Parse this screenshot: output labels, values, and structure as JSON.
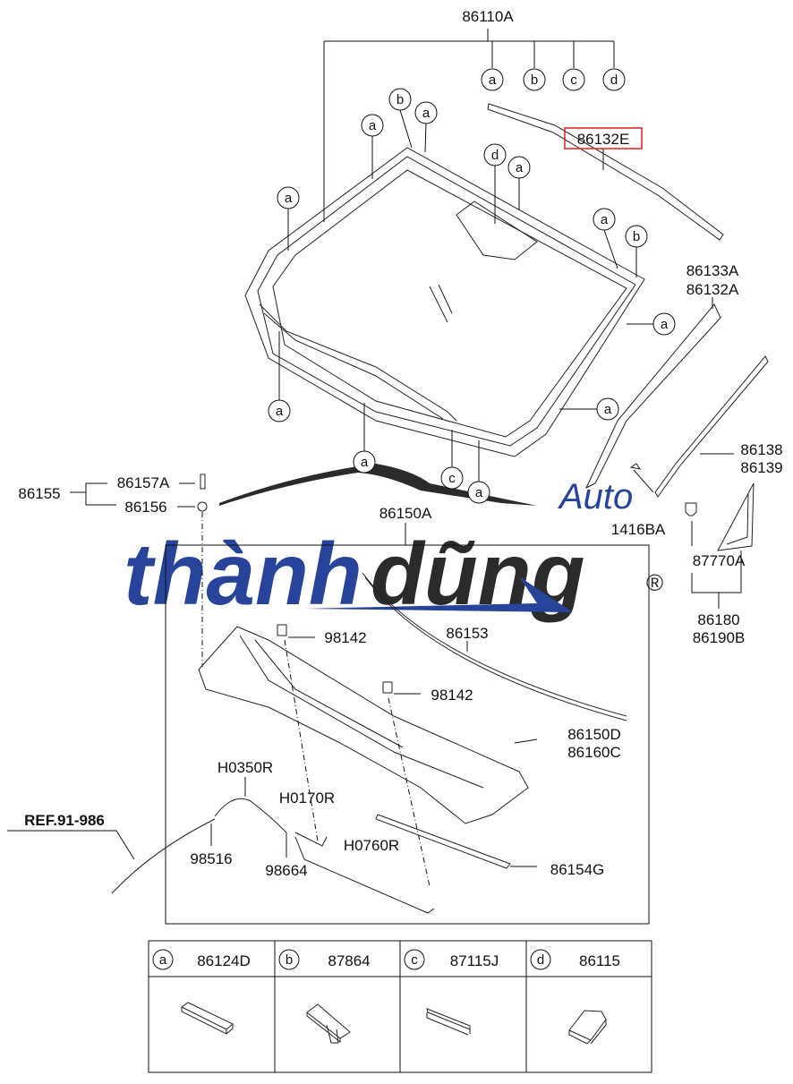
{
  "diagram": {
    "part_labels": {
      "windshield_assy": "86110A",
      "molding_top": "86132E",
      "molding_side_1": "86133A",
      "molding_side_2": "86132A",
      "pillar_1": "86138",
      "pillar_2": "86139",
      "fastener_group": "86155",
      "fastener_a": "86157A",
      "fastener_b": "86156",
      "cowl_assy": "86150A",
      "clip": "1416BA",
      "clip_b": "87770A",
      "garnish_1": "86180",
      "garnish_2": "86190B",
      "weatherstrip": "86153",
      "nozzle_1": "98142",
      "nozzle_2": "98142",
      "bracket_1": "86150D",
      "bracket_2": "86160C",
      "hose_1": "H0350R",
      "hose_2": "H0170R",
      "hose_3": "H0760R",
      "ref": "REF.91-986",
      "connector_1": "98516",
      "connector_2": "98664",
      "seal": "86154G"
    },
    "callouts": {
      "a": "a",
      "b": "b",
      "c": "c",
      "d": "d"
    },
    "highlight_color": "#e02020",
    "legend_table": [
      {
        "key": "a",
        "part": "86124D"
      },
      {
        "key": "b",
        "part": "87864"
      },
      {
        "key": "c",
        "part": "87115J"
      },
      {
        "key": "d",
        "part": "86115"
      }
    ]
  },
  "watermark": {
    "brand_1": "thành",
    "brand_2": "dũng",
    "brand_3": "Auto",
    "registered": "®",
    "blue": "#27449a",
    "dark": "#2b2b2b"
  }
}
